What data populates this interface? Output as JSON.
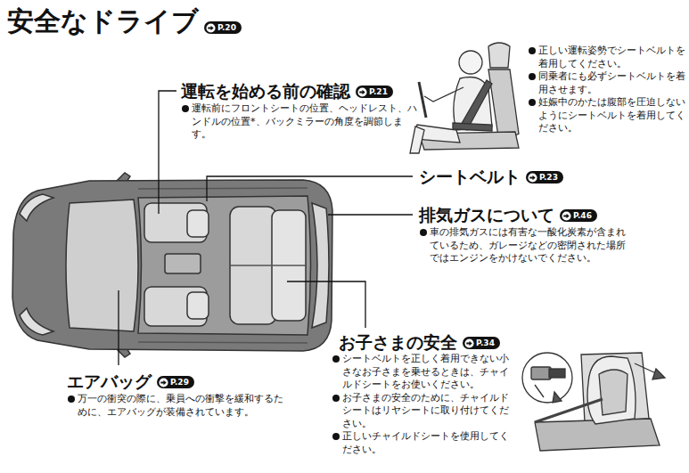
{
  "diagram": {
    "title": "安全なドライブ",
    "nodes": [
      {
        "text": [
          "P.20"
        ]
      },
      {
        "text": [
          "P.21"
        ]
      },
      {
        "text": [
          "P.23"
        ]
      },
      {
        "text": [
          "P.46"
        ]
      },
      {
        "text": [
          "P.34"
        ]
      },
      {
        "text": [
          "P.29"
        ]
      }
    ],
    "labels": [
      "運転を始める前の確認",
      "運転前にフロントシートの位置、ヘッドレスト、ハンドルの位置*、バックミラーの角度を調節します。",
      "正しい運転姿勢でシートベルトを着用してください。",
      "同乗者にも必ずシートベルトを着用させます。",
      "妊娠中のかたは腹部を圧迫しないようにシートベルトを着用してください。",
      "シートベルト",
      "排気ガスについて",
      "車の排気ガスには有害な一酸化炭素が含まれているため、ガレージなどの密閉された場所ではエンジンをかけないでください。",
      "お子さまの安全",
      "シートベルトを正しく着用できない小さなお子さまを乗せるときは、チャイルドシートをお使いください。",
      "お子さまの安全のために、チャイルドシートはリヤシートに取り付けてください。",
      "正しいチャイルドシートを使用してください。",
      "エアバッグ",
      "万一の衝突の際に、乗員への衝撃を緩和するために、エアバッグが装備されています。"
    ]
  }
}
